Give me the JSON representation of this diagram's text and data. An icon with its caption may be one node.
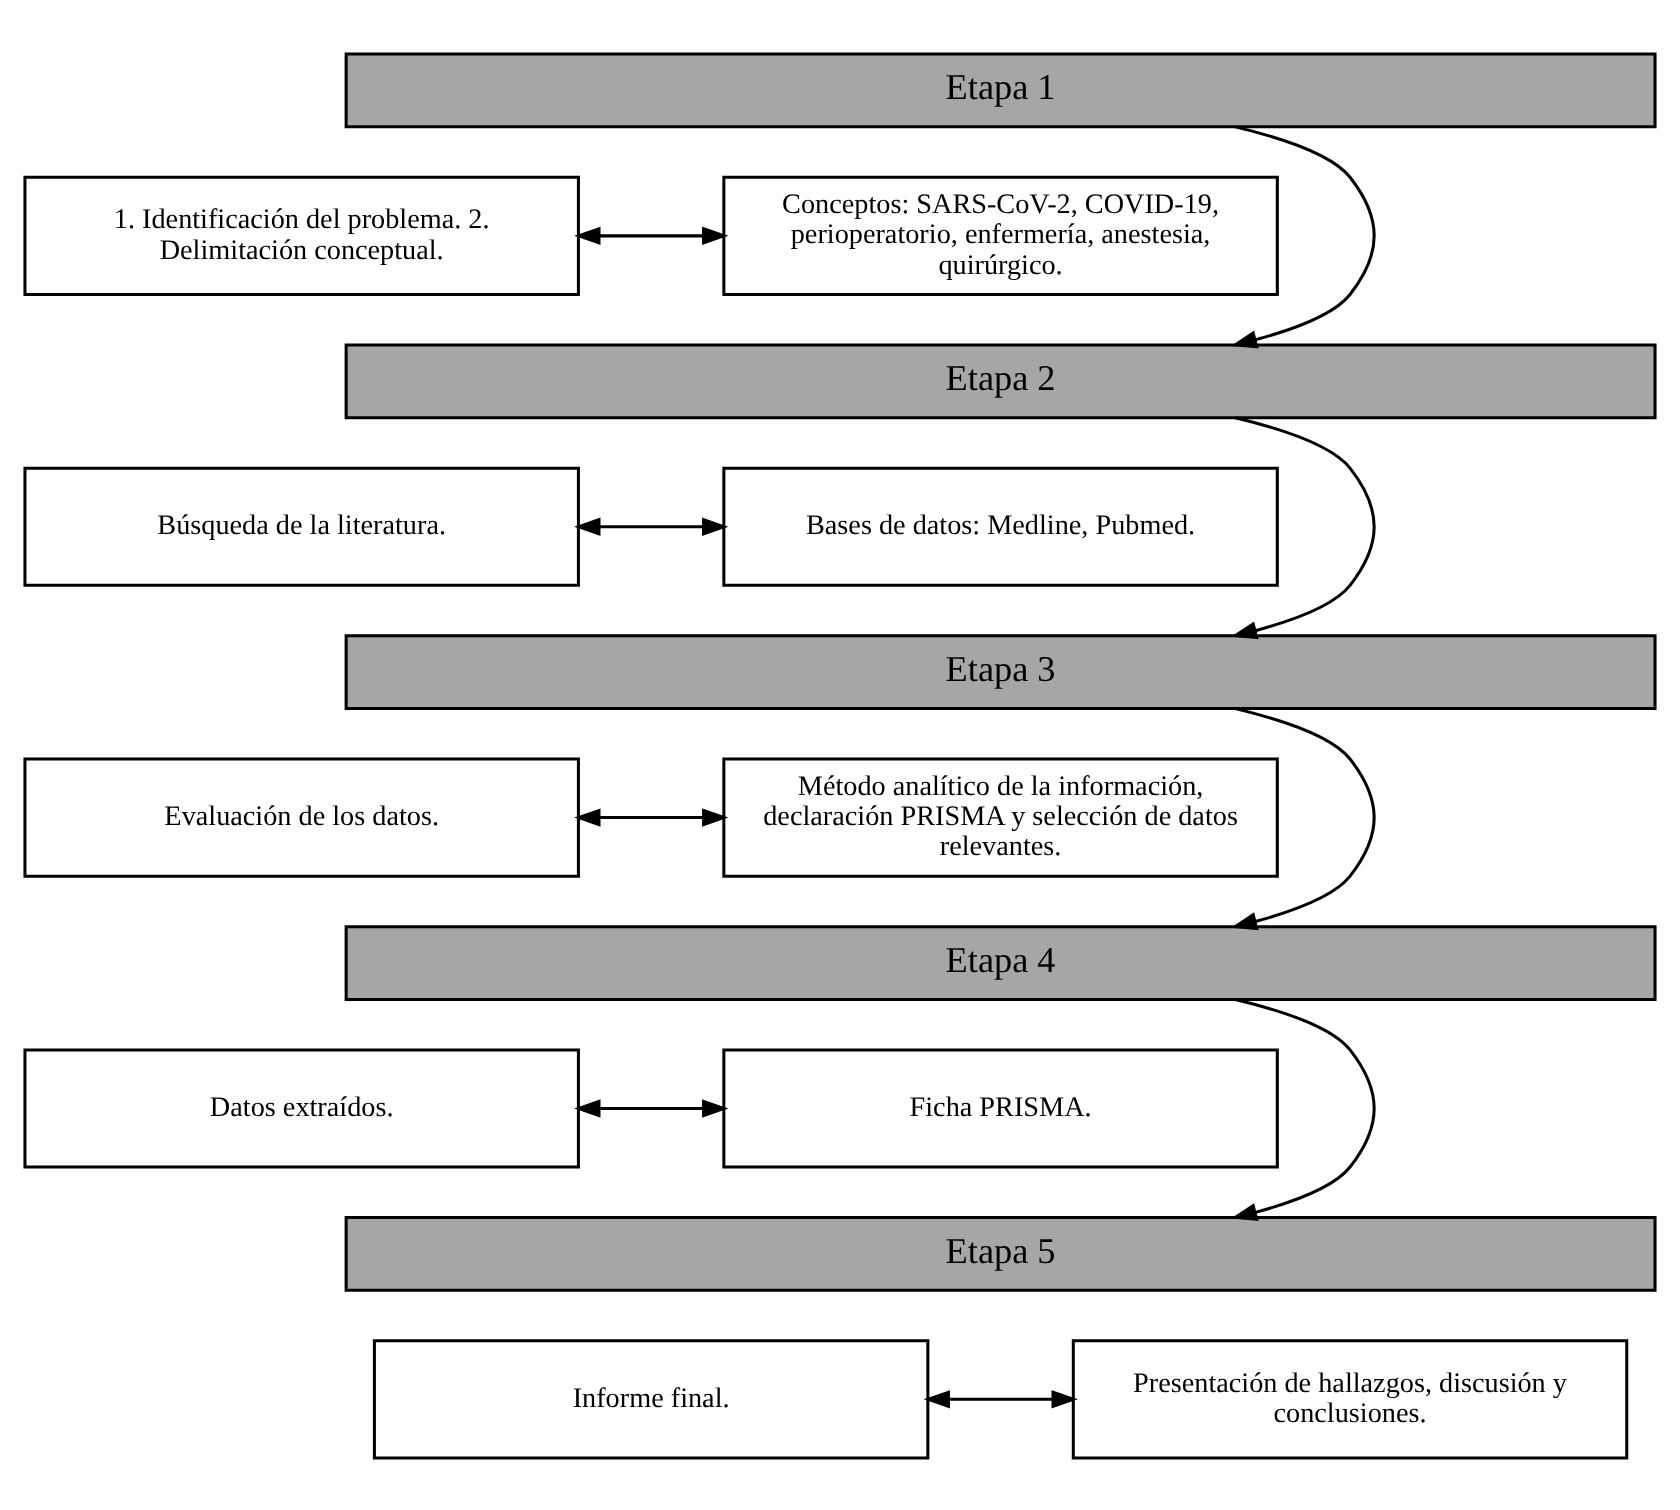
{
  "diagram": {
    "nodes": [
      {
        "text": [
          "Etapa 1"
        ]
      },
      {
        "text": [
          "1. Identificación del problema. 2. Delimitación conceptual."
        ]
      },
      {
        "text": [
          "Conceptos: SARS-CoV-2, COVID-19, perioperatorio, enfermería, anestesia, quirúrgico."
        ]
      },
      {
        "text": [
          "Etapa 2"
        ]
      },
      {
        "text": [
          "Búsqueda de la literatura."
        ]
      },
      {
        "text": [
          "Bases de datos: Medline, Pubmed."
        ]
      },
      {
        "text": [
          "Etapa 3"
        ]
      },
      {
        "text": [
          "Evaluación de los datos."
        ]
      },
      {
        "text": [
          "Método analítico de la información, declaración PRISMA y selección de datos relevantes."
        ]
      },
      {
        "text": [
          "Etapa 4"
        ]
      },
      {
        "text": [
          "Datos extraídos."
        ]
      },
      {
        "text": [
          "Ficha PRISMA."
        ]
      },
      {
        "text": [
          "Etapa 5"
        ]
      },
      {
        "text": [
          "Informe final."
        ]
      },
      {
        "text": [
          "Presentación de hallazgos, discusión y conclusiones."
        ]
      }
    ],
    "edges": [
      {
        "from": 1,
        "to": 2,
        "arrow": "both"
      },
      {
        "from": 0,
        "to": 3,
        "arrow": "to"
      },
      {
        "from": 4,
        "to": 5,
        "arrow": "both"
      },
      {
        "from": 3,
        "to": 6,
        "arrow": "to"
      },
      {
        "from": 7,
        "to": 8,
        "arrow": "both"
      },
      {
        "from": 6,
        "to": 9,
        "arrow": "to"
      },
      {
        "from": 10,
        "to": 11,
        "arrow": "both"
      },
      {
        "from": 9,
        "to": 12,
        "arrow": "to"
      },
      {
        "from": 13,
        "to": 14,
        "arrow": "both"
      }
    ]
  }
}
